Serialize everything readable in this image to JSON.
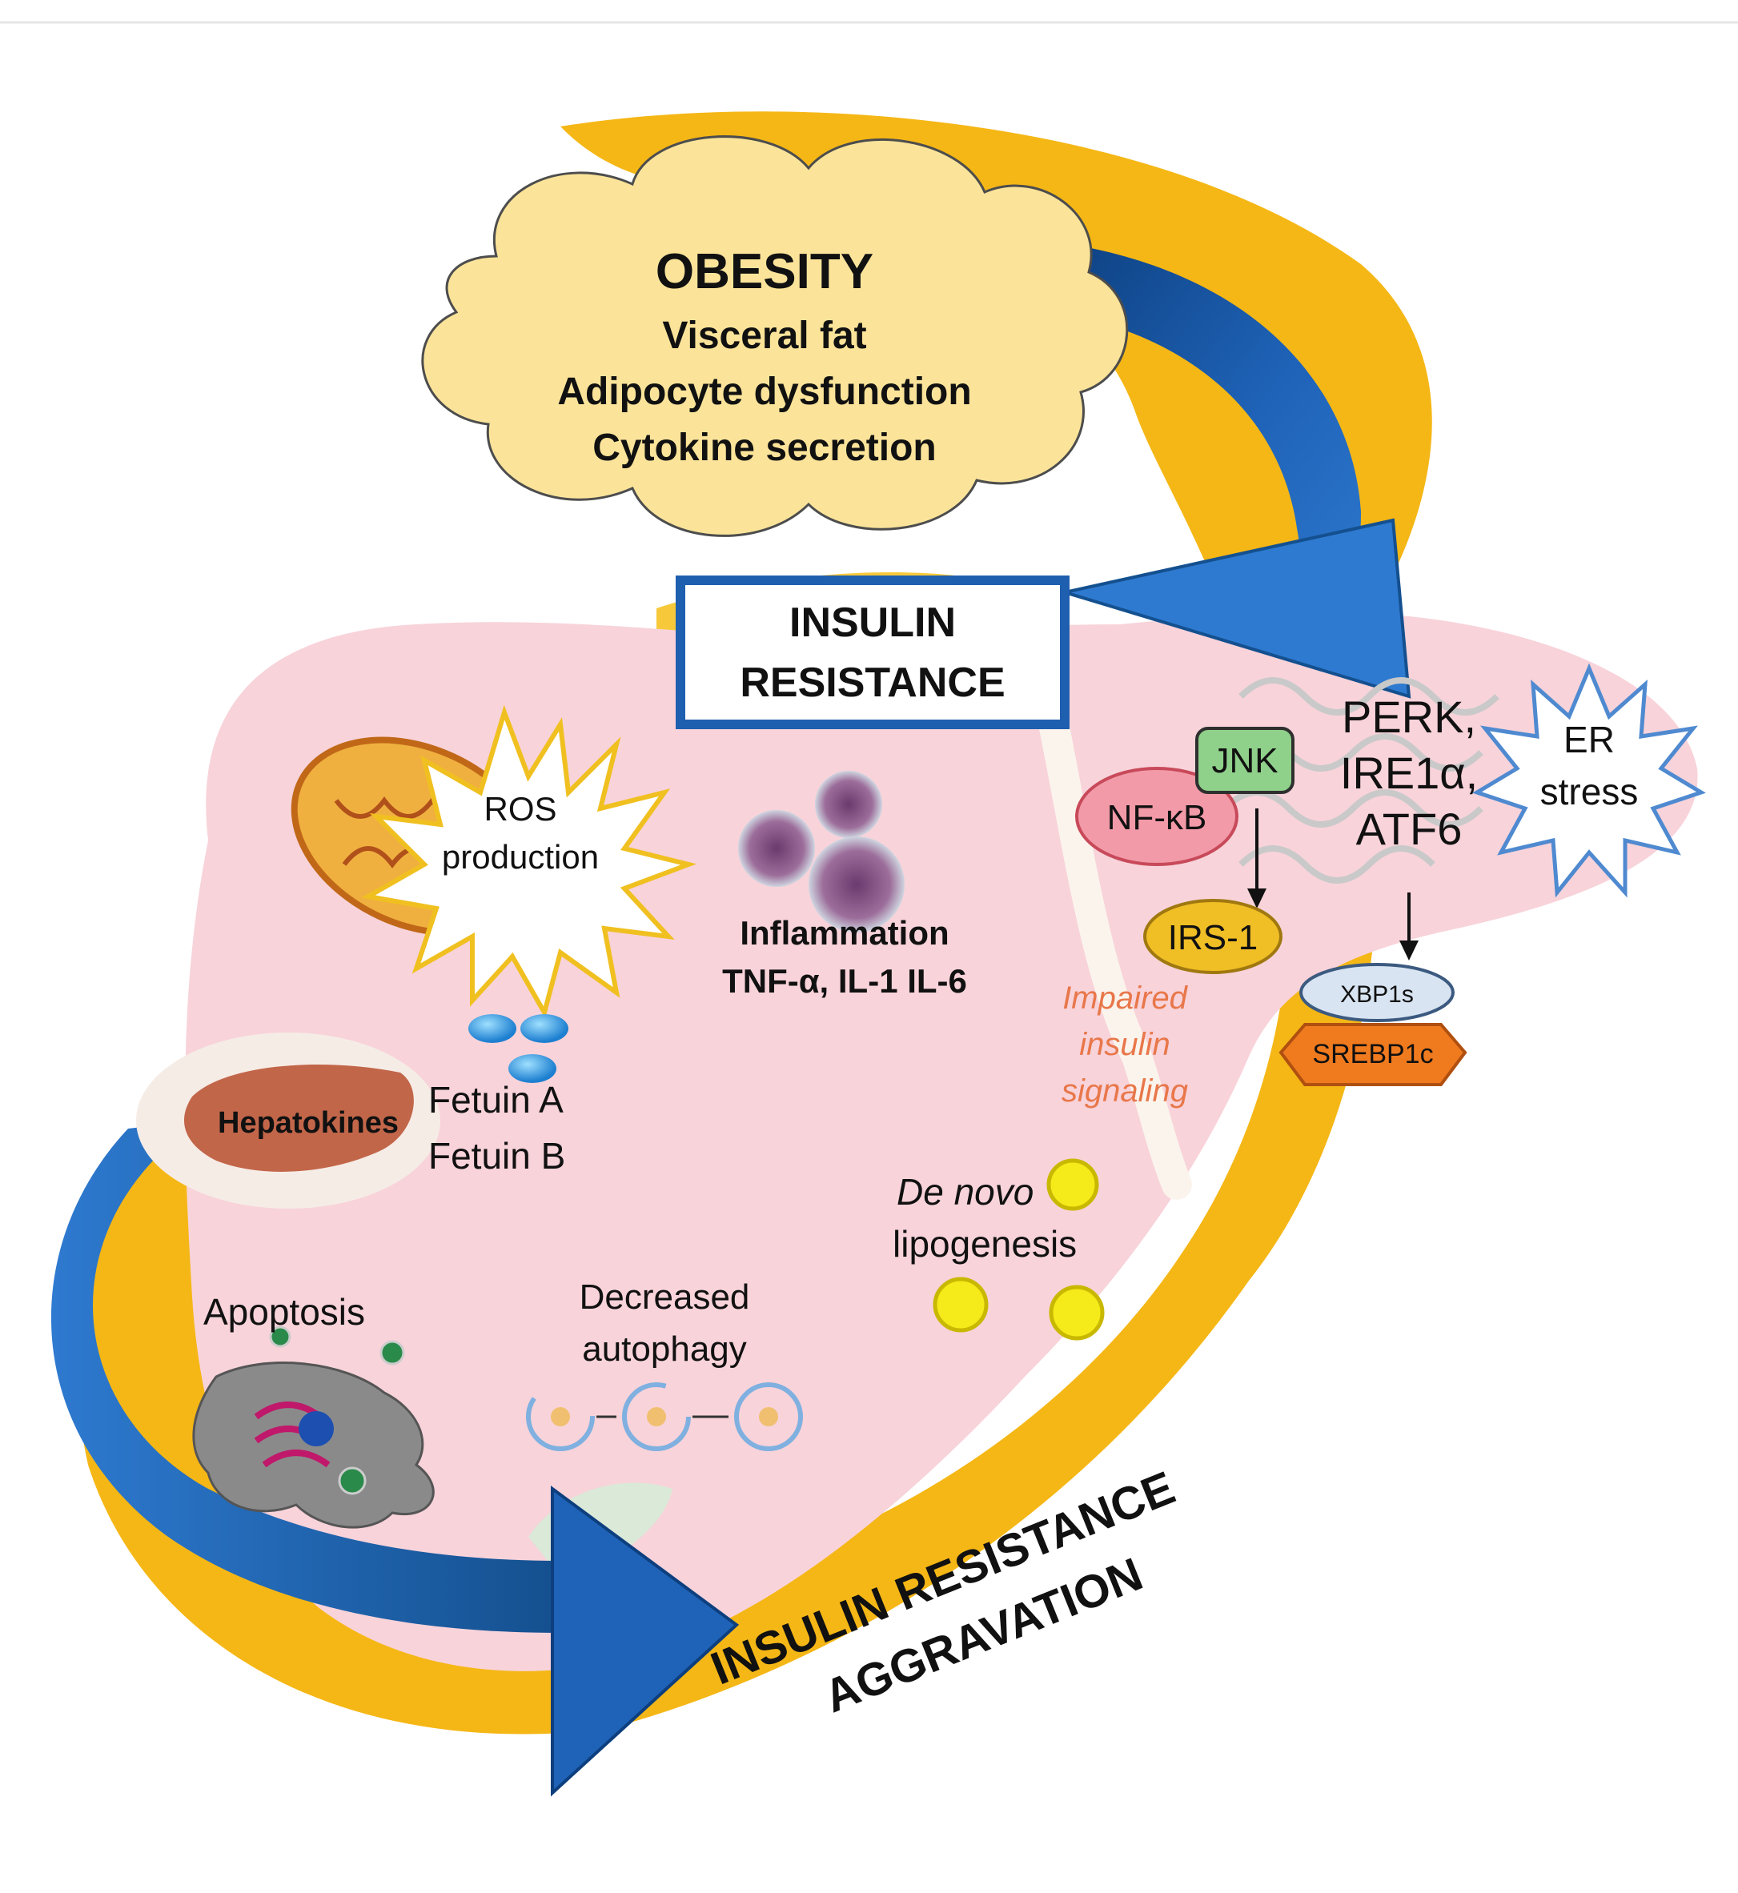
{
  "colors": {
    "liver": "#f8d3da",
    "gold": "#f5b716",
    "gold_light": "#fcd66a",
    "cloud": "#fbe49a",
    "blue_dark": "#0d3f7e",
    "blue_light": "#2e7ad0",
    "impaired_text": "#e8774a",
    "srebp_orange": "#f07b1f",
    "jnk_green": "#8fd08a",
    "nfkb_red": "#f29aa8",
    "irs_gold": "#f0be25",
    "xbp_blue": "#d8e4f2"
  },
  "obesity": {
    "title": "OBESITY",
    "line1": "Visceral fat",
    "line2": "Adipocyte dysfunction",
    "line3": "Cytokine secretion"
  },
  "insulin_resistance": {
    "line1": "INSULIN",
    "line2": "RESISTANCE"
  },
  "ros": {
    "line1": "ROS",
    "line2": "production"
  },
  "inflammation": {
    "line1": "Inflammation",
    "line2": "TNF-α, IL-1 IL-6"
  },
  "hepatokines": {
    "label": "Hepatokines",
    "fetuin_a": "Fetuin A",
    "fetuin_b": "Fetuin B"
  },
  "er_pathway": {
    "jnk": "JNK",
    "nfkb": "NF-κB",
    "irs1": "IRS-1",
    "perk": "PERK,",
    "ire1a": "IRE1α,",
    "atf6": "ATF6",
    "er_stress_line1": "ER",
    "er_stress_line2": "stress",
    "xbp1s": "XBP1s",
    "srebp1c": "SREBP1c"
  },
  "impaired": {
    "line1": "Impaired",
    "line2": "insulin",
    "line3": "signaling"
  },
  "lipogenesis": {
    "line1": "De novo",
    "line2": "lipogenesis"
  },
  "apoptosis": {
    "label": "Apoptosis"
  },
  "autophagy": {
    "line1": "Decreased",
    "line2": "autophagy"
  },
  "aggravation": {
    "line1": "INSULIN RESISTANCE",
    "line2": "AGGRAVATION"
  }
}
